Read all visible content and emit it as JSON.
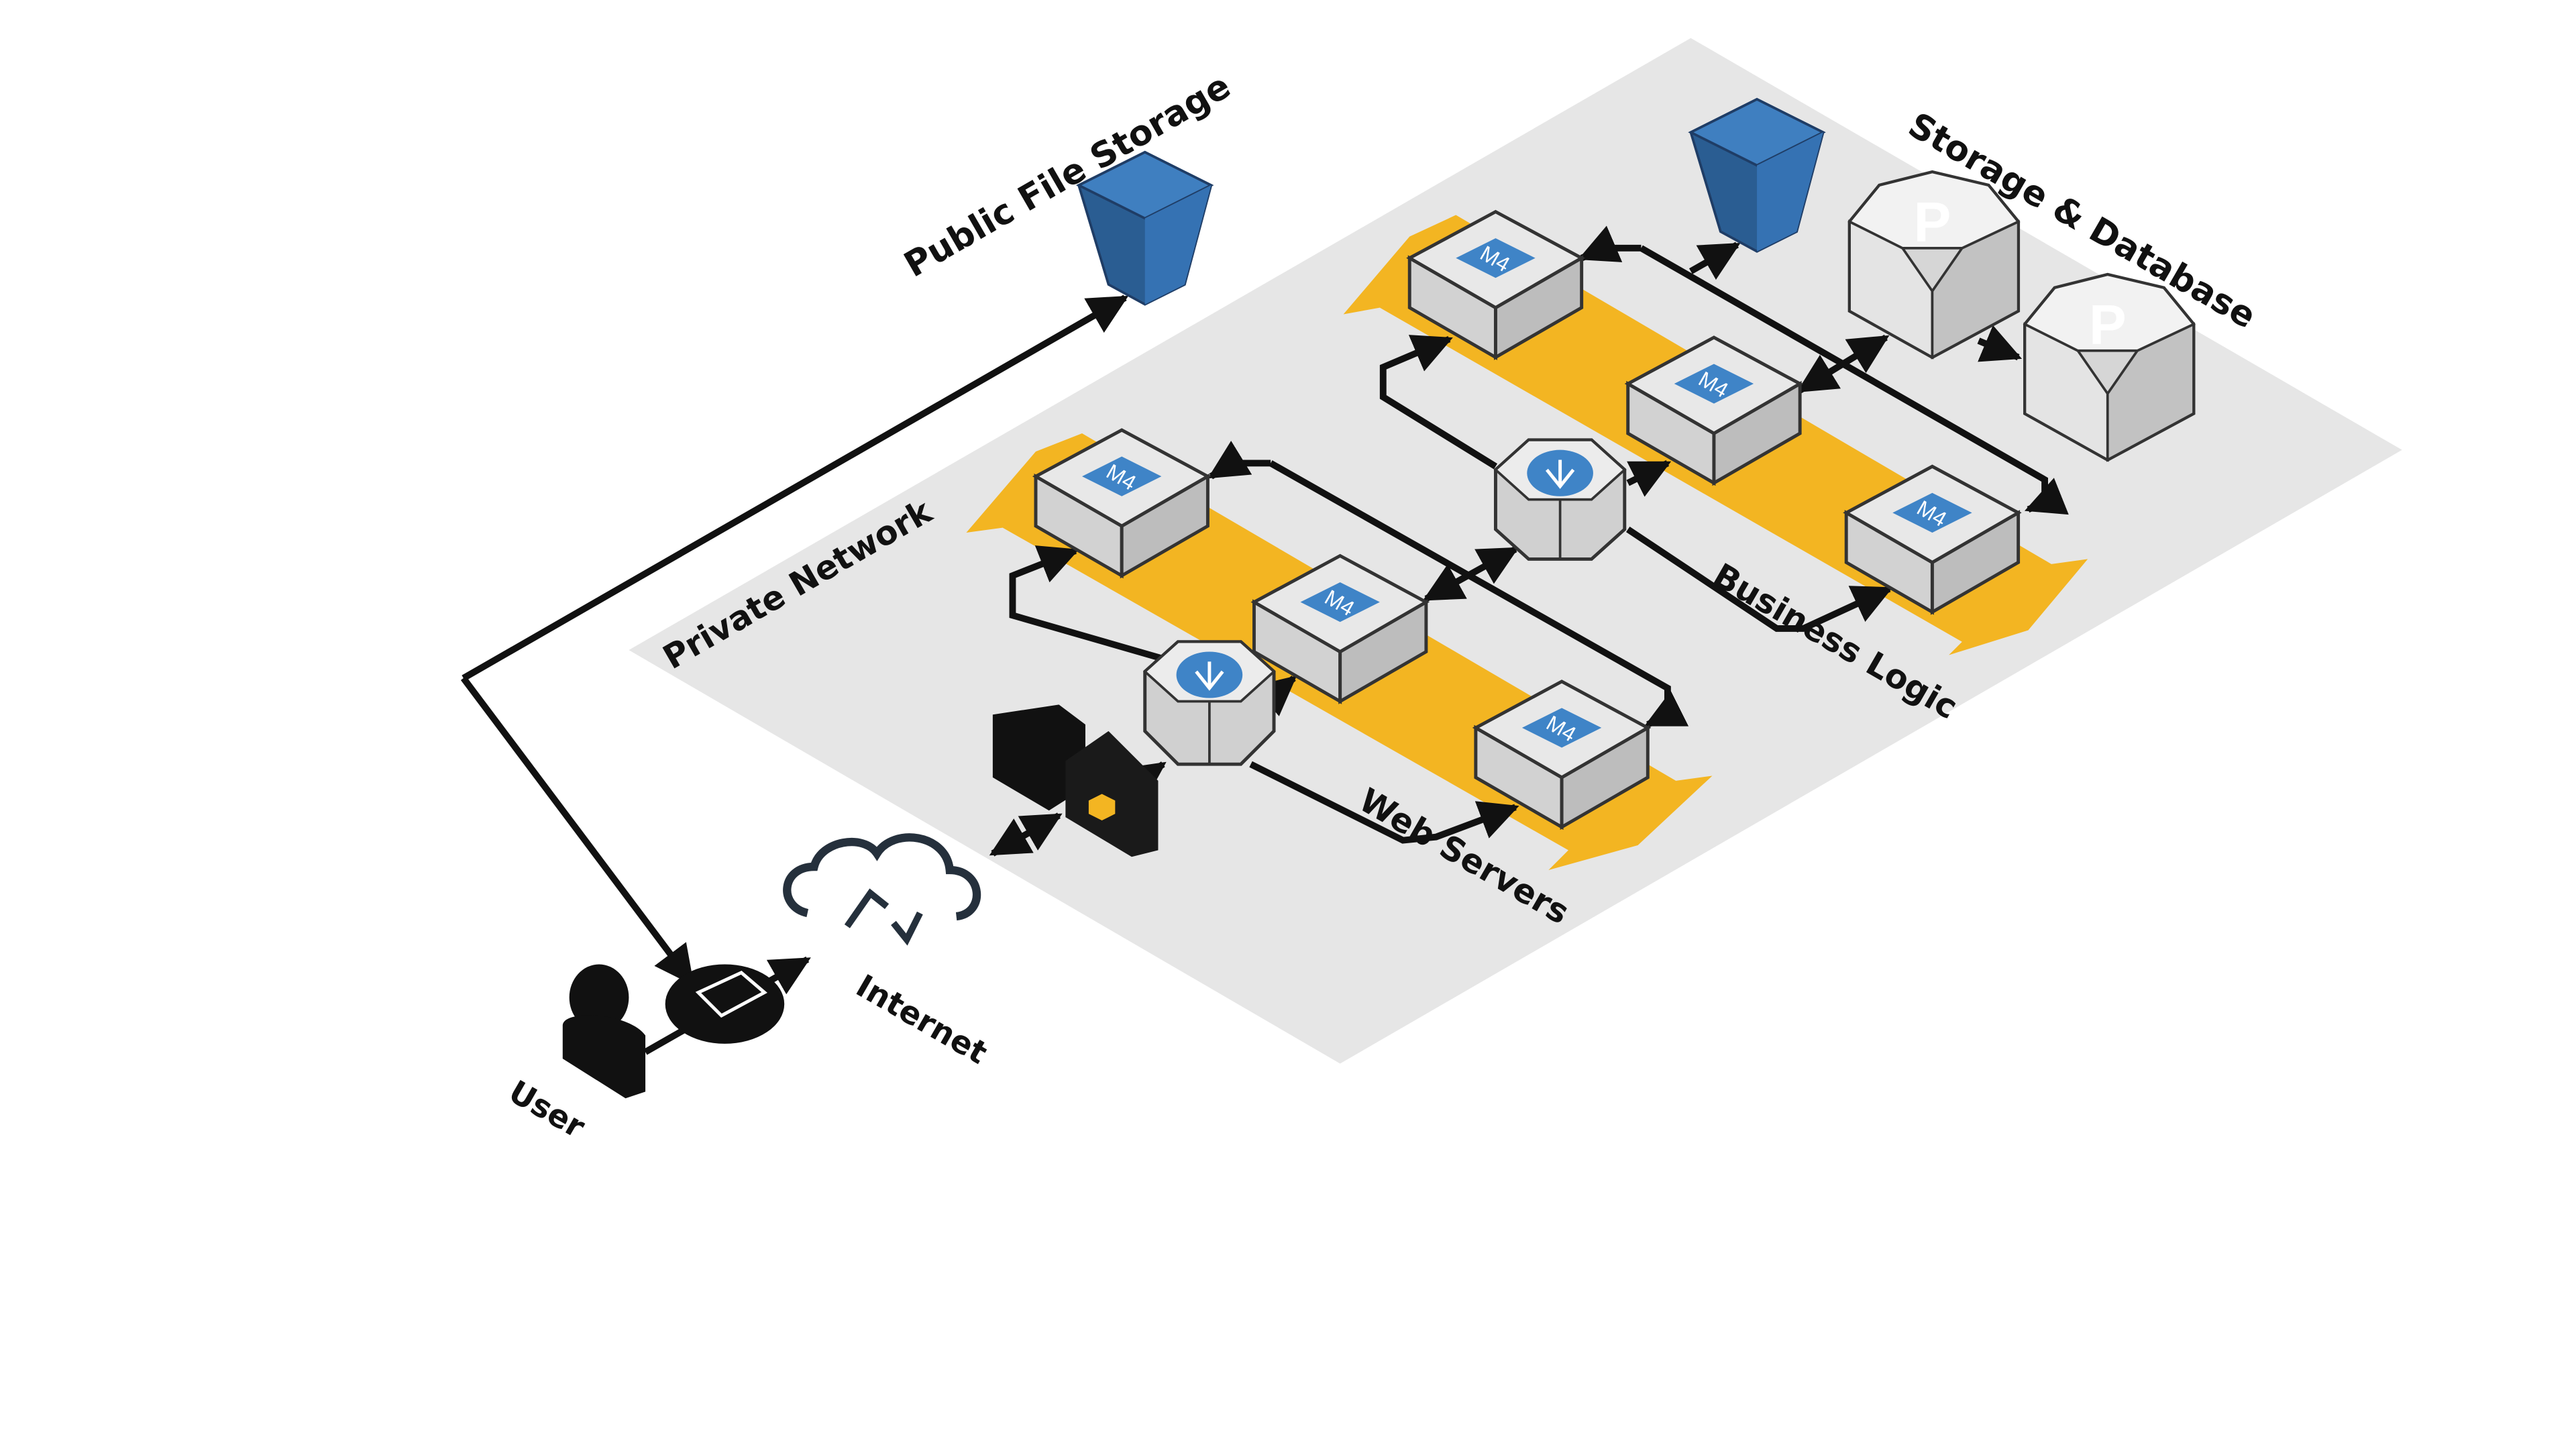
{
  "diagram": {
    "labels": {
      "public_file_storage": "Public File Storage",
      "storage_database": "Storage & Database",
      "private_network": "Private Network",
      "business_logic": "Business Logic",
      "web_servers": "Web Servers",
      "internet": "Internet",
      "user": "User"
    },
    "server_badge": "M4",
    "database_badge": "P",
    "colors": {
      "network_plane": "#e6e6e6",
      "tier_arrow": "#f3b522",
      "server_face_top": "#e8e8e8",
      "server_face_left": "#d2d2d2",
      "server_face_right": "#bdbdbd",
      "badge": "#3f84c7",
      "bucket_dark": "#2a5d92",
      "bucket_light": "#3f7fc0",
      "connector": "#111111",
      "gear": "#f3b522"
    },
    "icons": {
      "bucket": "storage-bucket-icon",
      "database": "postgres-database-icon",
      "server": "m4-instance-icon",
      "load_balancer": "load-balancer-icon",
      "gateway": "gateway-icon",
      "cloud": "internet-cloud-icon",
      "device": "laptop-icon",
      "user": "user-icon"
    }
  }
}
